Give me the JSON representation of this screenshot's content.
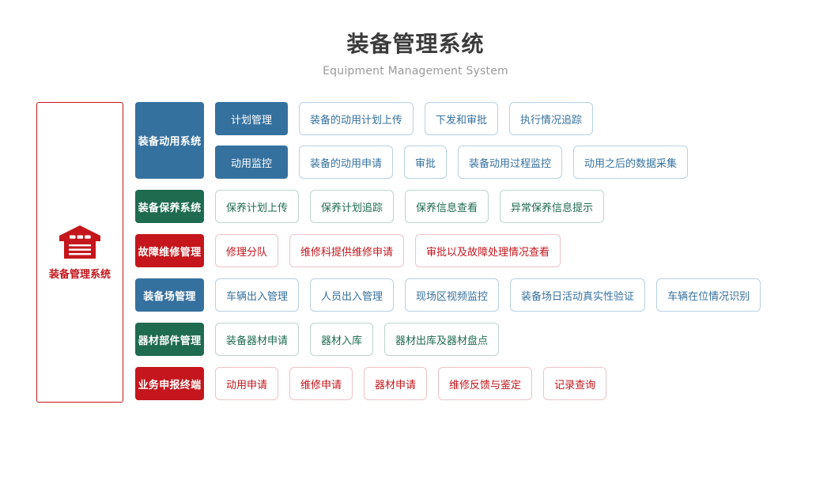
{
  "header": {
    "title_cn": "装备管理系统",
    "title_en": "Equipment Management System"
  },
  "root": {
    "label": "装备管理系统",
    "icon": "warehouse-icon",
    "color": "#c4161c"
  },
  "colors": {
    "blue": "#35719f",
    "green": "#1e6b4f",
    "red": "#c4161c",
    "leaf_blue_border": "#b9d0e2",
    "leaf_green_border": "#bcd6cb",
    "leaf_red_border": "#efc3c5",
    "title": "#3b3b3b",
    "subtitle": "#9a9a9a"
  },
  "rows": [
    {
      "category": "装备动用系统",
      "color": "blue",
      "tall": true,
      "subrows": [
        {
          "subcategory": "计划管理",
          "leaves": [
            "装备的动用计划上传",
            "下发和审批",
            "执行情况追踪"
          ]
        },
        {
          "subcategory": "动用监控",
          "leaves": [
            "装备的动用申请",
            "审批",
            "装备动用过程监控",
            "动用之后的数据采集"
          ]
        }
      ]
    },
    {
      "category": "装备保养系统",
      "color": "green",
      "tall": false,
      "leaves": [
        "保养计划上传",
        "保养计划追踪",
        "保养信息查看",
        "异常保养信息提示"
      ]
    },
    {
      "category": "故障维修管理",
      "color": "red",
      "tall": false,
      "leaves": [
        "修理分队",
        "维修科提供维修申请",
        "审批以及故障处理情况查看"
      ]
    },
    {
      "category": "装备场管理",
      "color": "blue",
      "tall": false,
      "leaves": [
        "车辆出入管理",
        "人员出入管理",
        "现场区视频监控",
        "装备场日活动真实性验证",
        "车辆在位情况识别"
      ]
    },
    {
      "category": "器材部件管理",
      "color": "green",
      "tall": false,
      "leaves": [
        "装备器材申请",
        "器材入库",
        "器材出库及器材盘点"
      ]
    },
    {
      "category": "业务申报终端",
      "color": "red",
      "tall": false,
      "leaves": [
        "动用申请",
        "维修申请",
        "器材申请",
        "维修反馈与鉴定",
        "记录查询"
      ]
    }
  ]
}
